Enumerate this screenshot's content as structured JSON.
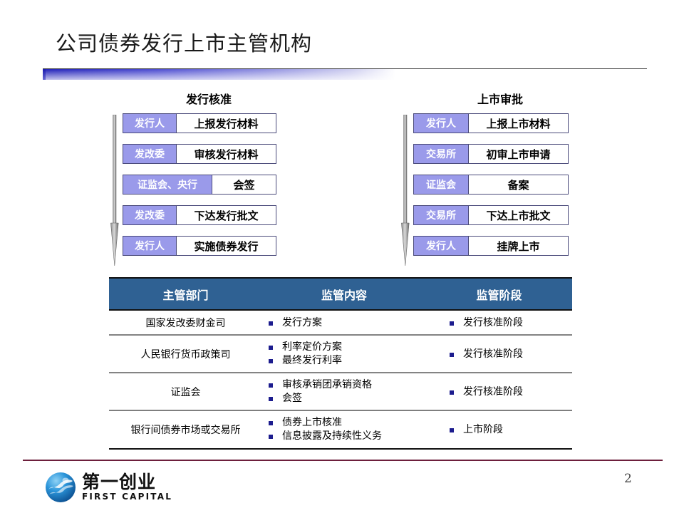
{
  "slide": {
    "title": "公司债券发行上市主管机构",
    "page_number": "2",
    "accent_blue": "#2020b8",
    "accent_periwinkle": "#9a9aea",
    "accent_table_header": "#2f6193",
    "accent_footer_rule": "#6d1f3c",
    "accent_bullet": "#1c1c8e"
  },
  "flows": [
    {
      "title": "发行核准",
      "arrow_icon": "down-arrow-icon",
      "steps": [
        {
          "actor": "发行人",
          "action": "上报发行材料",
          "wide_actor": false
        },
        {
          "actor": "发改委",
          "action": "审核发行材料",
          "wide_actor": false
        },
        {
          "actor": "证监会、央行",
          "action": "会签",
          "wide_actor": true
        },
        {
          "actor": "发改委",
          "action": "下达发行批文",
          "wide_actor": false
        },
        {
          "actor": "发行人",
          "action": "实施债券发行",
          "wide_actor": false
        }
      ]
    },
    {
      "title": "上市审批",
      "arrow_icon": "down-arrow-icon",
      "steps": [
        {
          "actor": "发行人",
          "action": "上报上市材料",
          "wide_actor": false
        },
        {
          "actor": "交易所",
          "action": "初审上市申请",
          "wide_actor": false
        },
        {
          "actor": "证监会",
          "action": "备案",
          "wide_actor": false
        },
        {
          "actor": "交易所",
          "action": "下达上市批文",
          "wide_actor": false
        },
        {
          "actor": "发行人",
          "action": "挂牌上市",
          "wide_actor": false
        }
      ]
    }
  ],
  "table": {
    "headers": [
      "主管部门",
      "监管内容",
      "监管阶段"
    ],
    "rows": [
      {
        "dept": "国家发改委财金司",
        "scope": [
          "发行方案"
        ],
        "stage": [
          "发行核准阶段"
        ]
      },
      {
        "dept": "人民银行货币政策司",
        "scope": [
          "利率定价方案",
          "最终发行利率"
        ],
        "stage": [
          "发行核准阶段"
        ]
      },
      {
        "dept": "证监会",
        "scope": [
          "审核承销团承销资格",
          "会签"
        ],
        "stage": [
          "发行核准阶段"
        ]
      },
      {
        "dept": "银行间债券市场或交易所",
        "scope": [
          "债券上市核准",
          "信息披露及持续性义务"
        ],
        "stage": [
          "上市阶段"
        ]
      }
    ]
  },
  "footer": {
    "logo_cn": "第一创业",
    "logo_en": "FIRST CAPITAL",
    "logo_icon": "globe-icon"
  }
}
